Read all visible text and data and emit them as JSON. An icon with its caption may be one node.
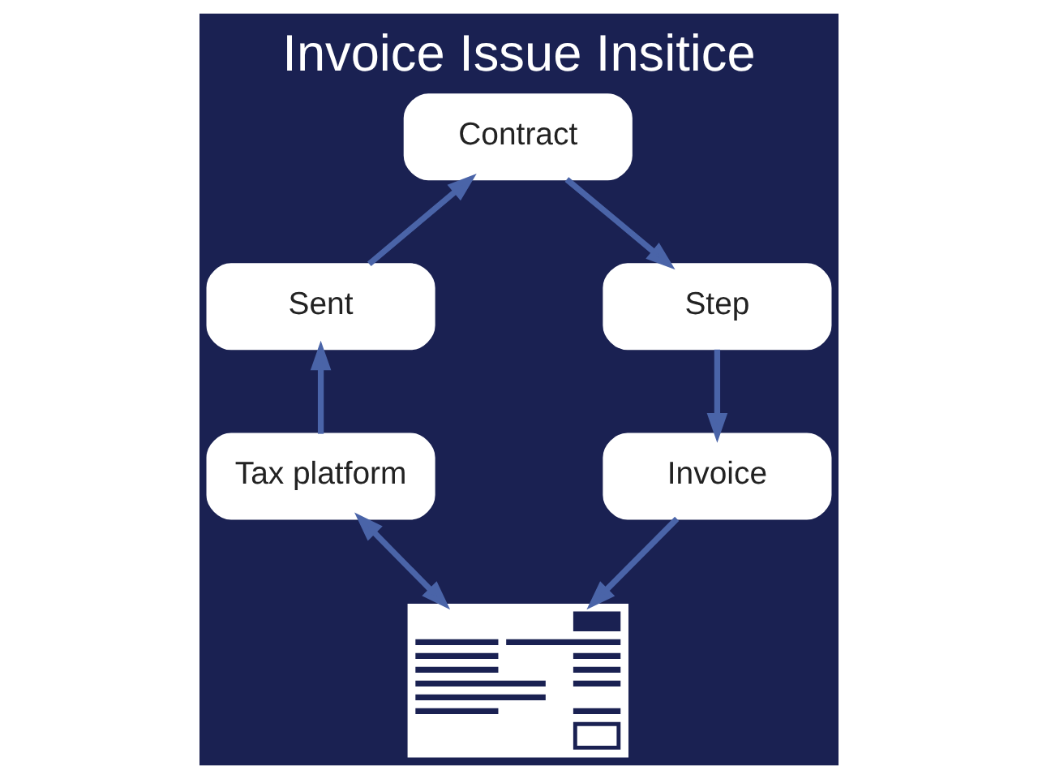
{
  "diagram": {
    "title": "Invoice Issue Insitice",
    "nodes": [
      {
        "text": [
          "Contract"
        ]
      },
      {
        "text": [
          "Step"
        ]
      },
      {
        "text": [
          "Invoice"
        ]
      },
      {
        "text": [],
        "shape": "picture"
      },
      {
        "text": [
          "Tax platform"
        ]
      },
      {
        "text": [
          "Sent"
        ]
      }
    ],
    "edges": [
      {
        "from": 0,
        "to": 1,
        "arrow": "to"
      },
      {
        "from": 1,
        "to": 2,
        "arrow": "to"
      },
      {
        "from": 2,
        "to": 3,
        "arrow": "to"
      },
      {
        "from": 4,
        "to": 3,
        "arrow": "both"
      },
      {
        "from": 4,
        "to": 5,
        "arrow": "to"
      },
      {
        "from": 5,
        "to": 0,
        "arrow": "to"
      }
    ]
  }
}
